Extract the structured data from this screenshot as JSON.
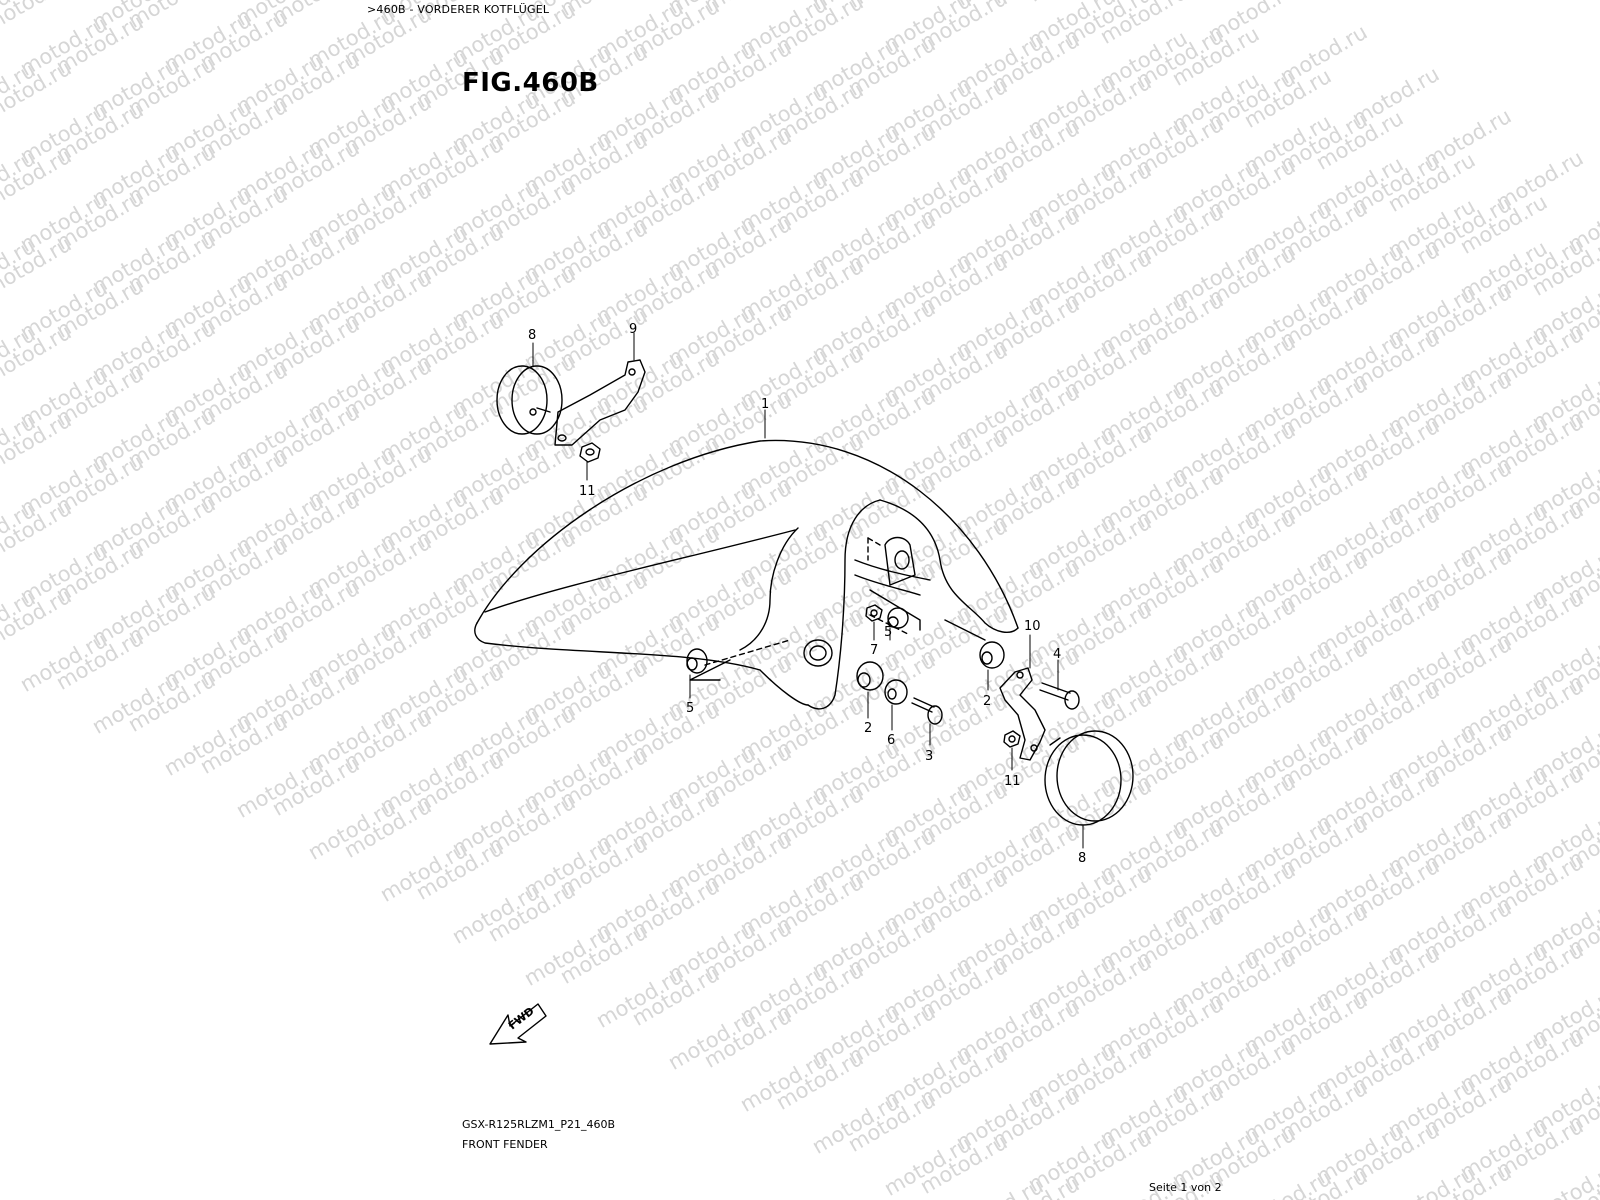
{
  "header": {
    "breadcrumb": ">460B - VORDERER KOTFLÜGEL",
    "figure_title": "FIG.460B"
  },
  "watermark": {
    "text": "motod.ru"
  },
  "diagram": {
    "callouts": [
      {
        "id": "c1",
        "label": "1"
      },
      {
        "id": "c8a",
        "label": "8"
      },
      {
        "id": "c9",
        "label": "9"
      },
      {
        "id": "c11a",
        "label": "11"
      },
      {
        "id": "c5a",
        "label": "5"
      },
      {
        "id": "c7",
        "label": "7"
      },
      {
        "id": "c5b",
        "label": "5"
      },
      {
        "id": "c2a",
        "label": "2"
      },
      {
        "id": "c6",
        "label": "6"
      },
      {
        "id": "c3",
        "label": "3"
      },
      {
        "id": "c10",
        "label": "10"
      },
      {
        "id": "c4",
        "label": "4"
      },
      {
        "id": "c2b",
        "label": "2"
      },
      {
        "id": "c11b",
        "label": "11"
      },
      {
        "id": "c8b",
        "label": "8"
      }
    ],
    "direction_arrow_label": "FWD"
  },
  "footer": {
    "model_code": "GSX-R125RLZM1_P21_460B",
    "part_name": "FRONT FENDER",
    "page_number": "Seite 1 von 2"
  }
}
